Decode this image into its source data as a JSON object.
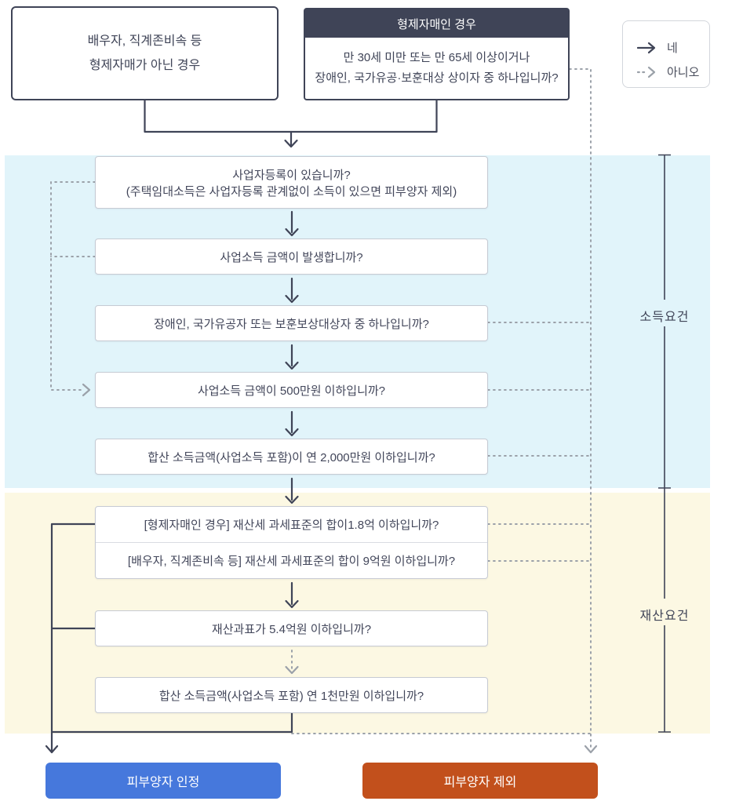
{
  "legend": {
    "yes_label": "네",
    "no_label": "아니오"
  },
  "top": {
    "non_sibling_box": {
      "line1": "배우자, 직계존비속 등",
      "line2": "형제자매가 아닌 경우"
    },
    "sibling_box": {
      "header": "형제자매인 경우",
      "line1": "만 30세 미만 또는 만 65세 이상이거나",
      "line2": "장애인, 국가유공·보훈대상 상이자 중 하나입니까?"
    }
  },
  "income_section": {
    "label": "소득요건",
    "questions": {
      "q1": {
        "line1": "사업자등록이 있습니까?",
        "line2": "(주택임대소득은 사업자등록 관계없이 소득이 있으면 피부양자 제외)"
      },
      "q2": {
        "line1": "사업소득 금액이 발생합니까?"
      },
      "q3": {
        "line1": "장애인, 국가유공자 또는 보훈보상대상자 중 하나입니까?"
      },
      "q4": {
        "line1": "사업소득 금액이 500만원 이하입니까?"
      },
      "q5": {
        "line1": "합산 소득금액(사업소득 포함)이 연 2,000만원 이하입니까?"
      }
    }
  },
  "property_section": {
    "label": "재산요건",
    "dual_question": {
      "row1": "[형제자매인 경우] 재산세 과세표준의 합이1.8억 이하입니까?",
      "row2": "[배우자, 직계존비속 등] 재산세 과세표준의 합이 9억원 이하입니까?"
    },
    "questions": {
      "p1": {
        "line1": "재산과표가 5.4억원 이하입니까?"
      },
      "p2": {
        "line1": "합산 소득금액(사업소득 포함) 연 1천만원 이하입니까?"
      }
    }
  },
  "results": {
    "accept_label": "피부양자 인정",
    "exclude_label": "피부양자 제외"
  },
  "colors": {
    "navy": "#3f4457",
    "income_band": "#e1f4fa",
    "property_band": "#fcf8e3",
    "accept_button": "#4678dc",
    "exclude_button": "#c2501c",
    "dotted_line": "#9ba1a9"
  }
}
